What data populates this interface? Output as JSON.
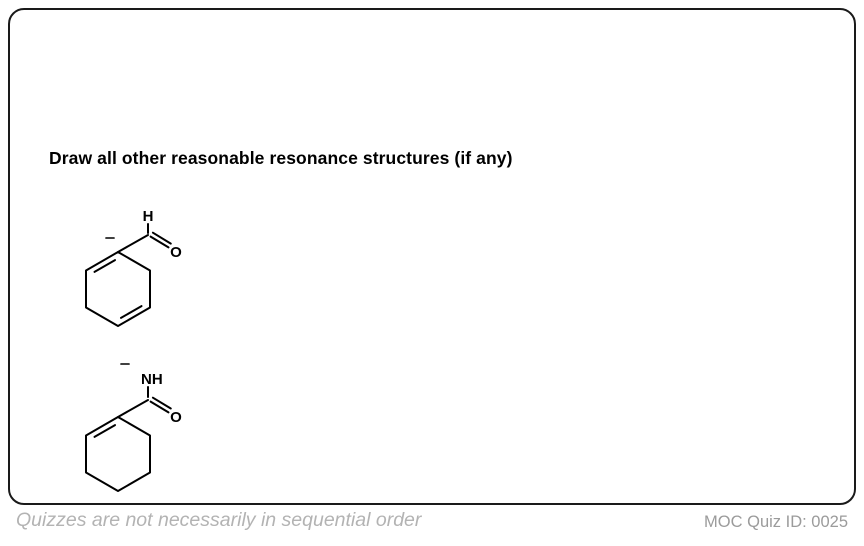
{
  "quiz": {
    "prompt": "Draw all other reasonable resonance structures (if any)"
  },
  "structures": {
    "aldehyde": {
      "atom_h": "H",
      "atom_o": "O",
      "charge": "−"
    },
    "amide": {
      "atom_nh": "NH",
      "atom_o": "O",
      "charge": "−"
    }
  },
  "footer": {
    "note": "Quizzes are not necessarily in sequential order",
    "quiz_id": "MOC Quiz ID: 0025"
  },
  "colors": {
    "card_border": "#1a1a1a",
    "bond": "#000000",
    "muted_note": "#b3b3b3",
    "quiz_id_text": "#9b9b9b"
  }
}
